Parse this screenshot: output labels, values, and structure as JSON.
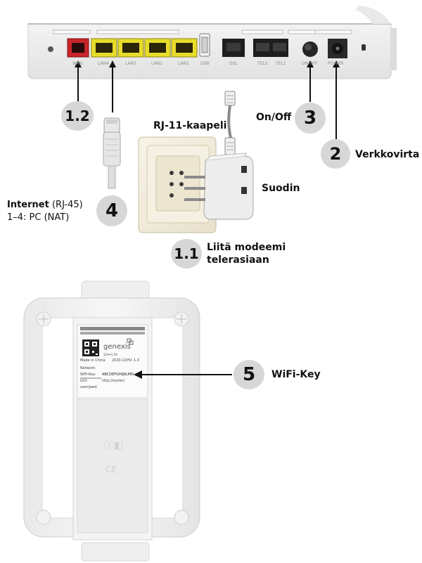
{
  "router_ports": {
    "wan": "WAN",
    "lan4": "LAN4",
    "lan3": "LAN3",
    "lan2": "LAN2",
    "lan1": "LAN1",
    "usb": "USB",
    "dsl": "DSL",
    "tel2": "TEL2",
    "tel1": "TEL1",
    "onoff": "ON/OFF",
    "power": "POWER"
  },
  "steps": {
    "s1_2": "1.2",
    "s3": "3",
    "s2": "2",
    "s4": "4",
    "s1_1": "1.1",
    "s5": "5"
  },
  "labels": {
    "onoff": "On/Off",
    "rj11": "RJ-11-kaapeli",
    "verkkovirta": "Verkkovirta",
    "suodin": "Suodin",
    "internet_bold": "Internet",
    "internet_rest": " (RJ-45)",
    "pc_nat": "1–4: PC (NAT)",
    "liita_1": "Liitä modeemi",
    "liita_2": "telerasiaan",
    "wifi_key": "WiFi-Key"
  },
  "sticker": {
    "brand": "genexis",
    "made_in": "Made in China",
    "date": "2020-11",
    "hw": "HV: 1.0",
    "rating": "12V⎓1.5A",
    "network_label": "Network:",
    "wifi_label": "WiFi-Key:",
    "wifi_value": "ABCDEFGHIJKLMN",
    "gui_label": "GUI:",
    "gui_value": "http://router/",
    "user_label": "user/pwd:"
  }
}
